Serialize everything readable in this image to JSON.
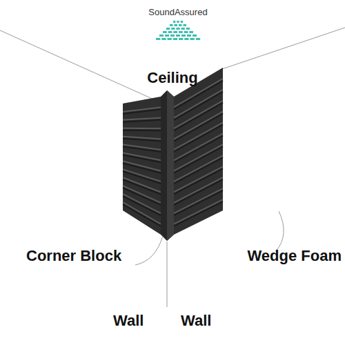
{
  "diagram": {
    "labels": [
      "SoundAssured",
      "Ceiling",
      "Corner Block",
      "Wedge Foam",
      "Wall",
      "Wall"
    ]
  }
}
